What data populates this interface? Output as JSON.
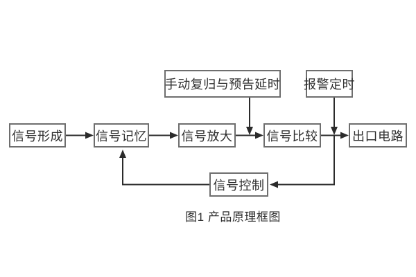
{
  "diagram": {
    "caption": "图1 产品原理框图",
    "nodes": {
      "formation": {
        "label": "信号形成"
      },
      "memory": {
        "label": "信号记忆"
      },
      "amplification": {
        "label": "信号放大"
      },
      "comparison": {
        "label": "信号比较"
      },
      "output": {
        "label": "出口电路"
      },
      "manual_reset": {
        "label": "手动复归与预告延时"
      },
      "alarm_timing": {
        "label": "报警定时"
      },
      "control": {
        "label": "信号控制"
      }
    },
    "connectors": [
      "formation-to-memory",
      "memory-to-amplification",
      "amplification-to-comparison",
      "comparison-to-output",
      "manual-reset-down-to-junction",
      "alarm-timing-down-to-junction",
      "junction-down-left-to-control",
      "control-left-up-to-memory"
    ],
    "colors": {
      "background": "#ffffff",
      "box_border": "#6e6e6e",
      "wire": "#2b2b2b",
      "text": "#2e2e2e"
    }
  }
}
